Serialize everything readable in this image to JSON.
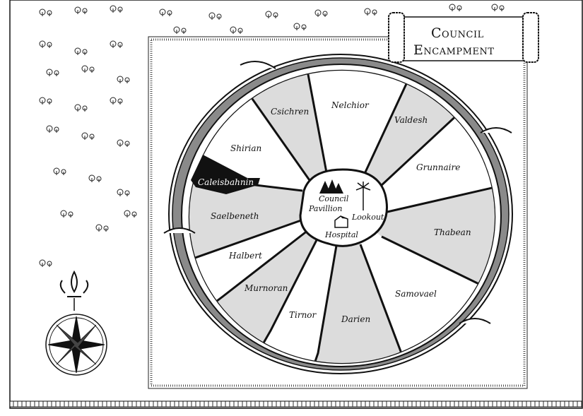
{
  "map": {
    "title_line1": "Council",
    "title_line2": "Encampment",
    "sectors": [
      {
        "name": "Csichren",
        "shade": "gray"
      },
      {
        "name": "Nelchior",
        "shade": "white"
      },
      {
        "name": "Valdesh",
        "shade": "gray"
      },
      {
        "name": "Grunnaire",
        "shade": "white"
      },
      {
        "name": "Thabean",
        "shade": "gray"
      },
      {
        "name": "Samovael",
        "shade": "white"
      },
      {
        "name": "Darien",
        "shade": "gray"
      },
      {
        "name": "Tirnor",
        "shade": "white"
      },
      {
        "name": "Murnoran",
        "shade": "gray"
      },
      {
        "name": "Halbert",
        "shade": "white"
      },
      {
        "name": "Saelbeneth",
        "shade": "gray"
      },
      {
        "name": "Shirian",
        "shade": "white"
      }
    ],
    "highlighted": "Caleisbahnin",
    "hub": {
      "pavilion_line1": "Council",
      "pavilion_line2": "Pavillion",
      "lookout": "Lookout",
      "hospital": "Hospital"
    },
    "colors": {
      "gray": "#dcdcdc",
      "ring": "#8a8a8a",
      "ink": "#111111"
    }
  }
}
